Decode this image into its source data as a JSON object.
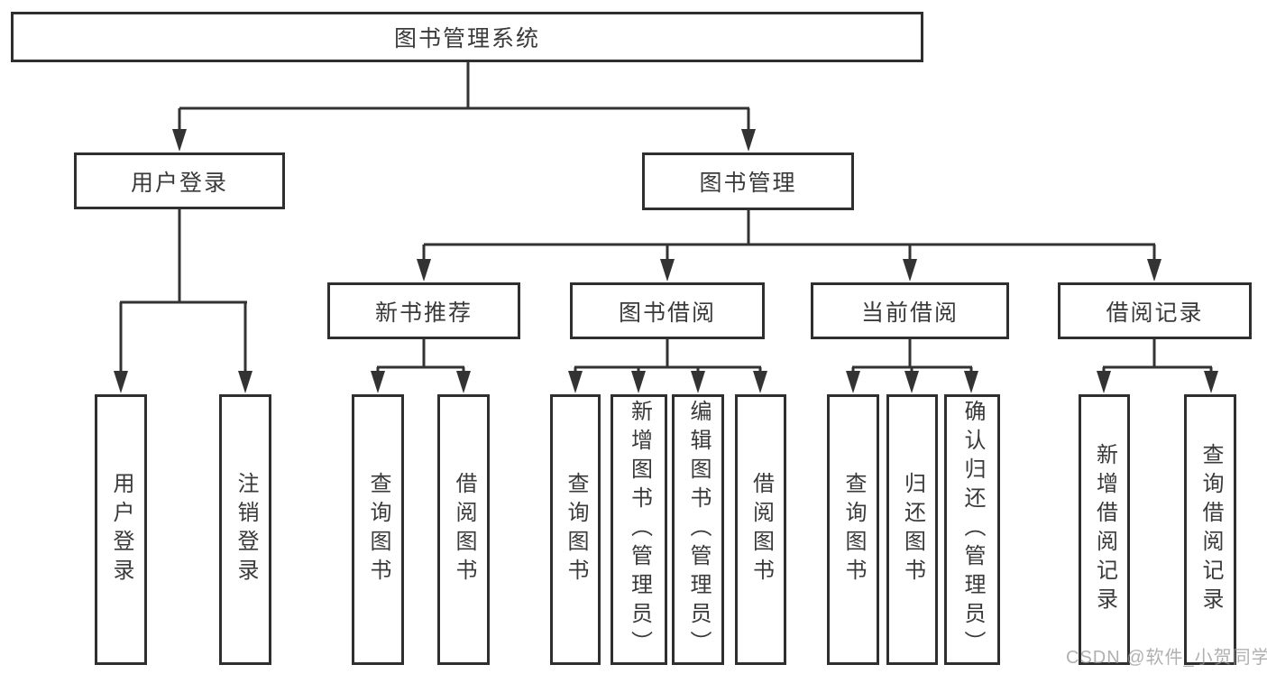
{
  "tree": {
    "label": "图书管理系统",
    "children": [
      {
        "label": "用户登录",
        "children": [
          {
            "label": "用户登录"
          },
          {
            "label": "注销登录"
          }
        ]
      },
      {
        "label": "图书管理",
        "children": [
          {
            "label": "新书推荐",
            "children": [
              {
                "label": "查询图书"
              },
              {
                "label": "借阅图书"
              }
            ]
          },
          {
            "label": "图书借阅",
            "children": [
              {
                "label": "查询图书"
              },
              {
                "label": "新增图书（管理员）"
              },
              {
                "label": "编辑图书（管理员）"
              },
              {
                "label": "借阅图书"
              }
            ]
          },
          {
            "label": "当前借阅",
            "children": [
              {
                "label": "查询图书"
              },
              {
                "label": "归还图书"
              },
              {
                "label": "确认归还（管理员）"
              }
            ]
          },
          {
            "label": "借阅记录",
            "children": [
              {
                "label": "新增借阅记录"
              },
              {
                "label": "查询借阅记录"
              }
            ]
          }
        ]
      }
    ]
  },
  "watermark": {
    "text": "CSDN @软件_小贺同学"
  },
  "colors": {
    "line": "#333333",
    "box_border": "#2f2f2f",
    "text": "#3a3a3a",
    "watermark": "#969696",
    "background": "#ffffff"
  }
}
